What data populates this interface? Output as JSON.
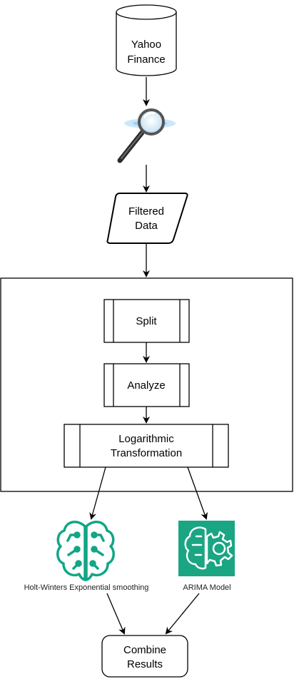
{
  "nodes": {
    "source": {
      "line1": "Yahoo",
      "line2": "Finance"
    },
    "filtered": {
      "line1": "Filtered",
      "line2": "Data"
    },
    "split": {
      "label": "Split"
    },
    "analyze": {
      "label": "Analyze"
    },
    "log": {
      "line1": "Logarithmic",
      "line2": "Transformation"
    },
    "holt": {
      "label": "Holt-Winters Exponential smoothing"
    },
    "arima": {
      "label": "ARIMA Model"
    },
    "combine": {
      "line1": "Combine",
      "line2": "Results"
    }
  },
  "icons": {
    "search": "magnifier-icon",
    "holt": "brain-circuit-icon",
    "arima": "brain-gear-icon"
  },
  "colors": {
    "teal": "#11a686",
    "arima_bg": "#1aa583",
    "line": "#000000"
  }
}
